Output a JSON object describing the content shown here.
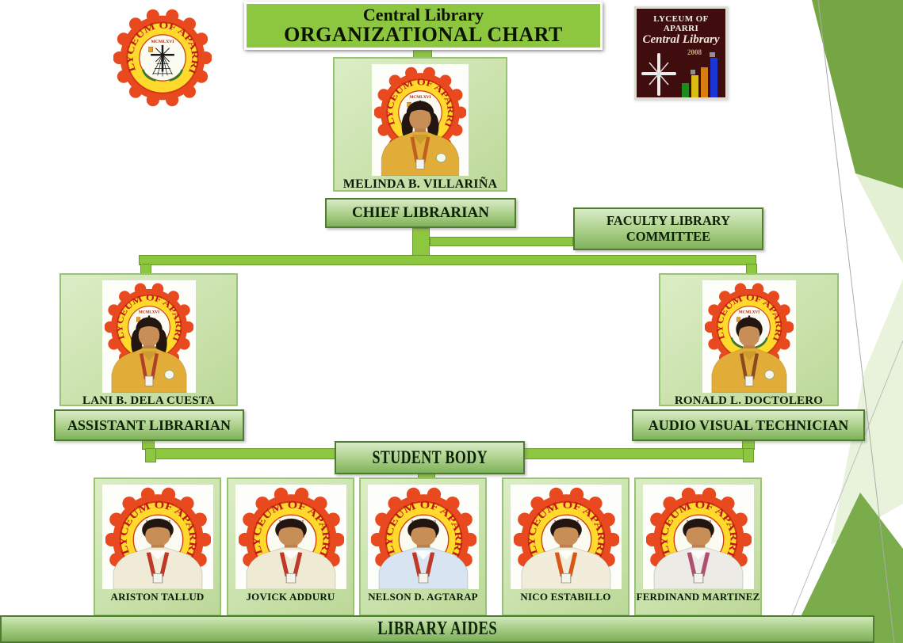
{
  "title": {
    "line1": "Central Library",
    "line2": "ORGANIZATIONAL CHART"
  },
  "logos": {
    "seal": {
      "ring_text": "LYCEUM OF APARRI",
      "inner_text": "MCMLXVI"
    },
    "library_logo": {
      "line1": "LYCEUM OF APARRI",
      "line2": "Central Library",
      "year": "2008"
    }
  },
  "org": {
    "chief": {
      "name": "MELINDA B. VILLARIÑA",
      "title": "CHIEF LIBRARIAN",
      "photo": {
        "shirt": "#E2AC38",
        "hair": "long",
        "lanyard": "#C06020"
      }
    },
    "committee_label": "FACULTY LIBRARY COMMITTEE",
    "staff": [
      {
        "name": "LANI B. DELA CUESTA",
        "title": "ASSISTANT LIBRARIAN",
        "photo": {
          "shirt": "#E2AC38",
          "hair": "long",
          "lanyard": "#B04028"
        }
      },
      {
        "name": "RONALD L. DOCTOLERO",
        "title": "AUDIO VISUAL TECHNICIAN",
        "photo": {
          "shirt": "#E2AC38",
          "hair": "short",
          "lanyard": "#8A4A20"
        }
      }
    ],
    "student_body_label": "STUDENT BODY",
    "aides_label": "LIBRARY AIDES",
    "aides": [
      {
        "name": "ARISTON TALLUD",
        "photo": {
          "shirt": "#F0EBD6",
          "hair": "short",
          "lanyard": "#C03828"
        }
      },
      {
        "name": "JOVICK ADDURU",
        "photo": {
          "shirt": "#EFEAD4",
          "hair": "short",
          "lanyard": "#C03828"
        }
      },
      {
        "name": "NELSON D. AGTARAP",
        "photo": {
          "shirt": "#D8E4F2",
          "hair": "short",
          "lanyard": "#C03828"
        }
      },
      {
        "name": "NICO ESTABILLO",
        "photo": {
          "shirt": "#F2EDDA",
          "hair": "short",
          "lanyard": "#D85818"
        }
      },
      {
        "name": "FERDINAND MARTINEZ",
        "photo": {
          "shirt": "#EDEBE6",
          "hair": "short",
          "lanyard": "#B05070"
        }
      }
    ]
  },
  "colors": {
    "bright_green": "#8DC63F",
    "green_border": "#6B9A2F",
    "dark_facet": "#76A644",
    "mid_facet": "#7AAC4C",
    "pale_facet": "#E4F0D4",
    "seal_orange": "#E8491F",
    "seal_yellow": "#FFD92B",
    "seal_text_red": "#C01818",
    "logo_maroon": "#400D0F"
  }
}
